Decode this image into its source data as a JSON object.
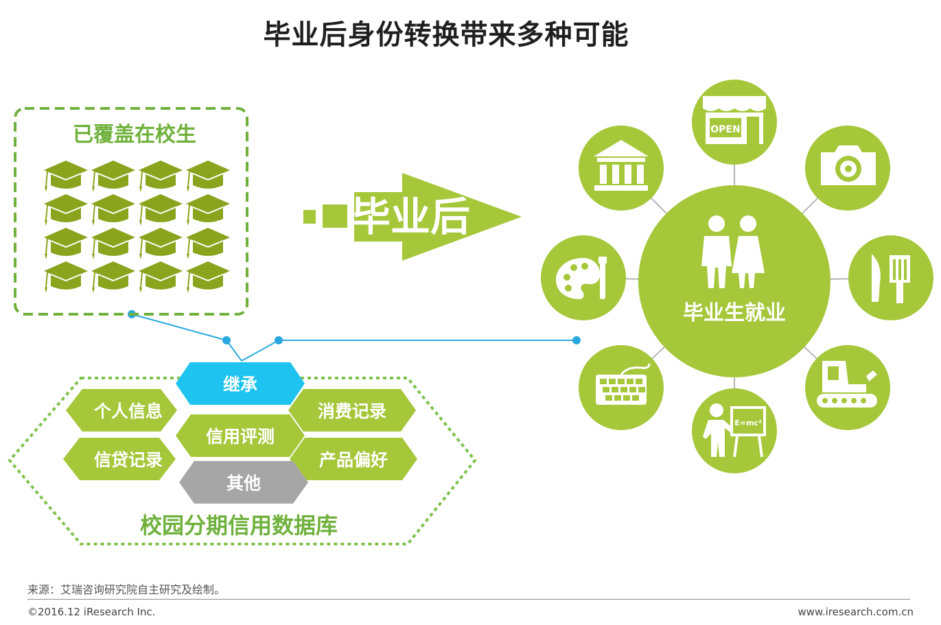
{
  "title": "毕业后身份转换带来多种可能",
  "students_box": {
    "label": "已覆盖在校生",
    "cap_rows": 4,
    "cap_cols": 4
  },
  "arrow": {
    "label": "毕业后"
  },
  "database": {
    "title": "校园分期信用数据库",
    "cells": {
      "inherit": "继承",
      "personal_info": "个人信息",
      "consumption": "消费记录",
      "credit_eval": "信用评测",
      "loan": "信贷记录",
      "preference": "产品偏好",
      "other": "其他"
    }
  },
  "employment": {
    "center_label": "毕业生就业",
    "satellites": [
      "bank-icon",
      "shop-icon",
      "camera-icon",
      "art-palette-icon",
      "restaurant-icon",
      "keyboard-icon",
      "teacher-icon",
      "bulldozer-icon"
    ],
    "shop_sign": "OPEN",
    "formula": "E=mc²"
  },
  "colors": {
    "green": "#a5c739",
    "dark_green": "#8aa41e",
    "dashed_green": "#6fb13c",
    "cyan": "#1ec4ef",
    "gray": "#a6a6a6",
    "line_blue": "#2aa8e0"
  },
  "footer": {
    "source": "来源：艾瑞咨询研究院自主研究及绘制。",
    "copyright": "©2016.12 iResearch Inc.",
    "website": "www.iresearch.com.cn"
  }
}
